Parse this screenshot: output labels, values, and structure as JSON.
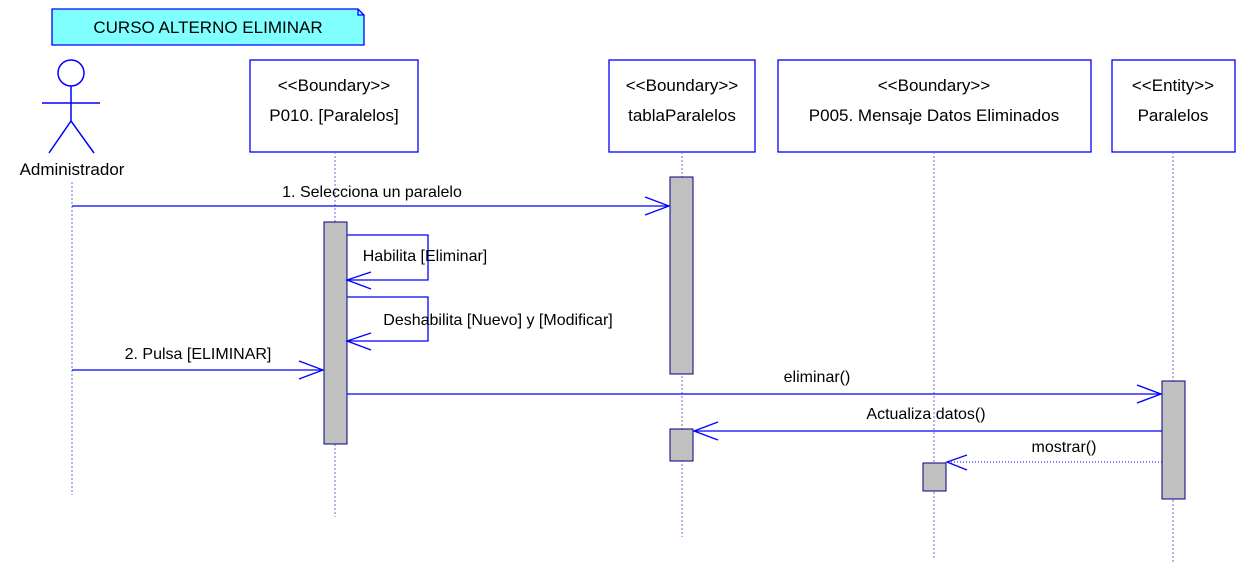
{
  "colors": {
    "line": "#0000ff",
    "note_fill": "#80ffff",
    "activation_fill": "#c0c0c0",
    "activation_stroke": "#000080",
    "lifeline": "#6b6bd6"
  },
  "note": {
    "text": "CURSO ALTERNO ELIMINAR"
  },
  "actor": {
    "name": "Administrador"
  },
  "objects": [
    {
      "stereotype": "<<Boundary>>",
      "name": "P010. [Paralelos]"
    },
    {
      "stereotype": "<<Boundary>>",
      "name": "tablaParalelos"
    },
    {
      "stereotype": "<<Boundary>>",
      "name": "P005. Mensaje Datos Eliminados"
    },
    {
      "stereotype": "<<Entity>>",
      "name": "Paralelos"
    }
  ],
  "messages": [
    {
      "label": "1.  Selecciona un paralelo"
    },
    {
      "label": "Habilita [Eliminar]"
    },
    {
      "label": "Deshabilita [Nuevo]  y [Modificar]"
    },
    {
      "label": "2. Pulsa [ELIMINAR]"
    },
    {
      "label": "eliminar()"
    },
    {
      "label": "Actualiza datos()"
    },
    {
      "label": "mostrar()"
    }
  ]
}
